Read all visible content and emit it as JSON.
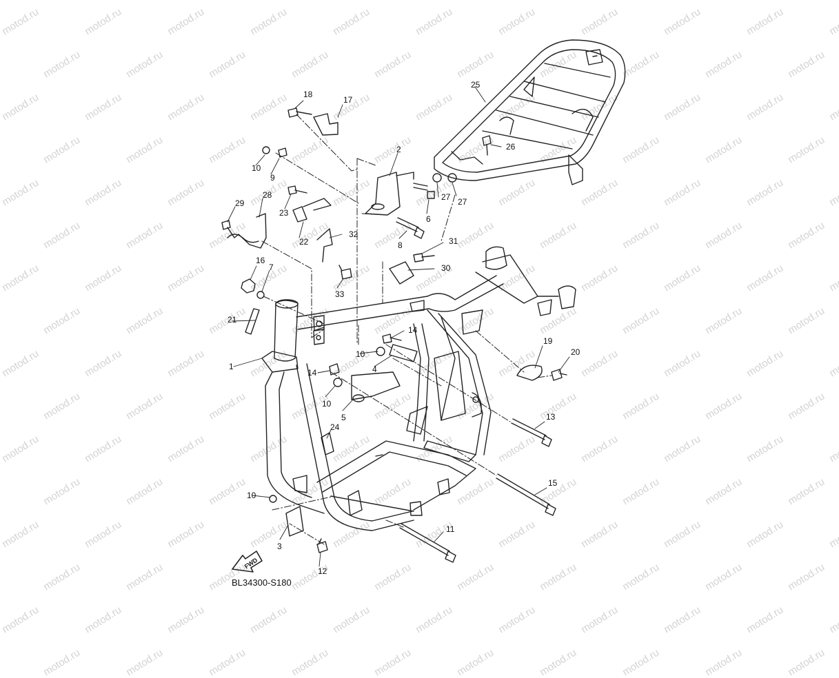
{
  "watermark": "motod.ru",
  "diagram_code": "BL34300-S180",
  "fwd_label": "FWD",
  "callouts": [
    "18",
    "17",
    "10",
    "9",
    "2",
    "29",
    "28",
    "23",
    "22",
    "32",
    "16",
    "7",
    "31",
    "30",
    "33",
    "21",
    "1",
    "14",
    "10",
    "4",
    "14",
    "10",
    "5",
    "24",
    "10",
    "3",
    "12",
    "11",
    "15",
    "13",
    "19",
    "20",
    "25",
    "26",
    "27",
    "27",
    "6",
    "8"
  ]
}
